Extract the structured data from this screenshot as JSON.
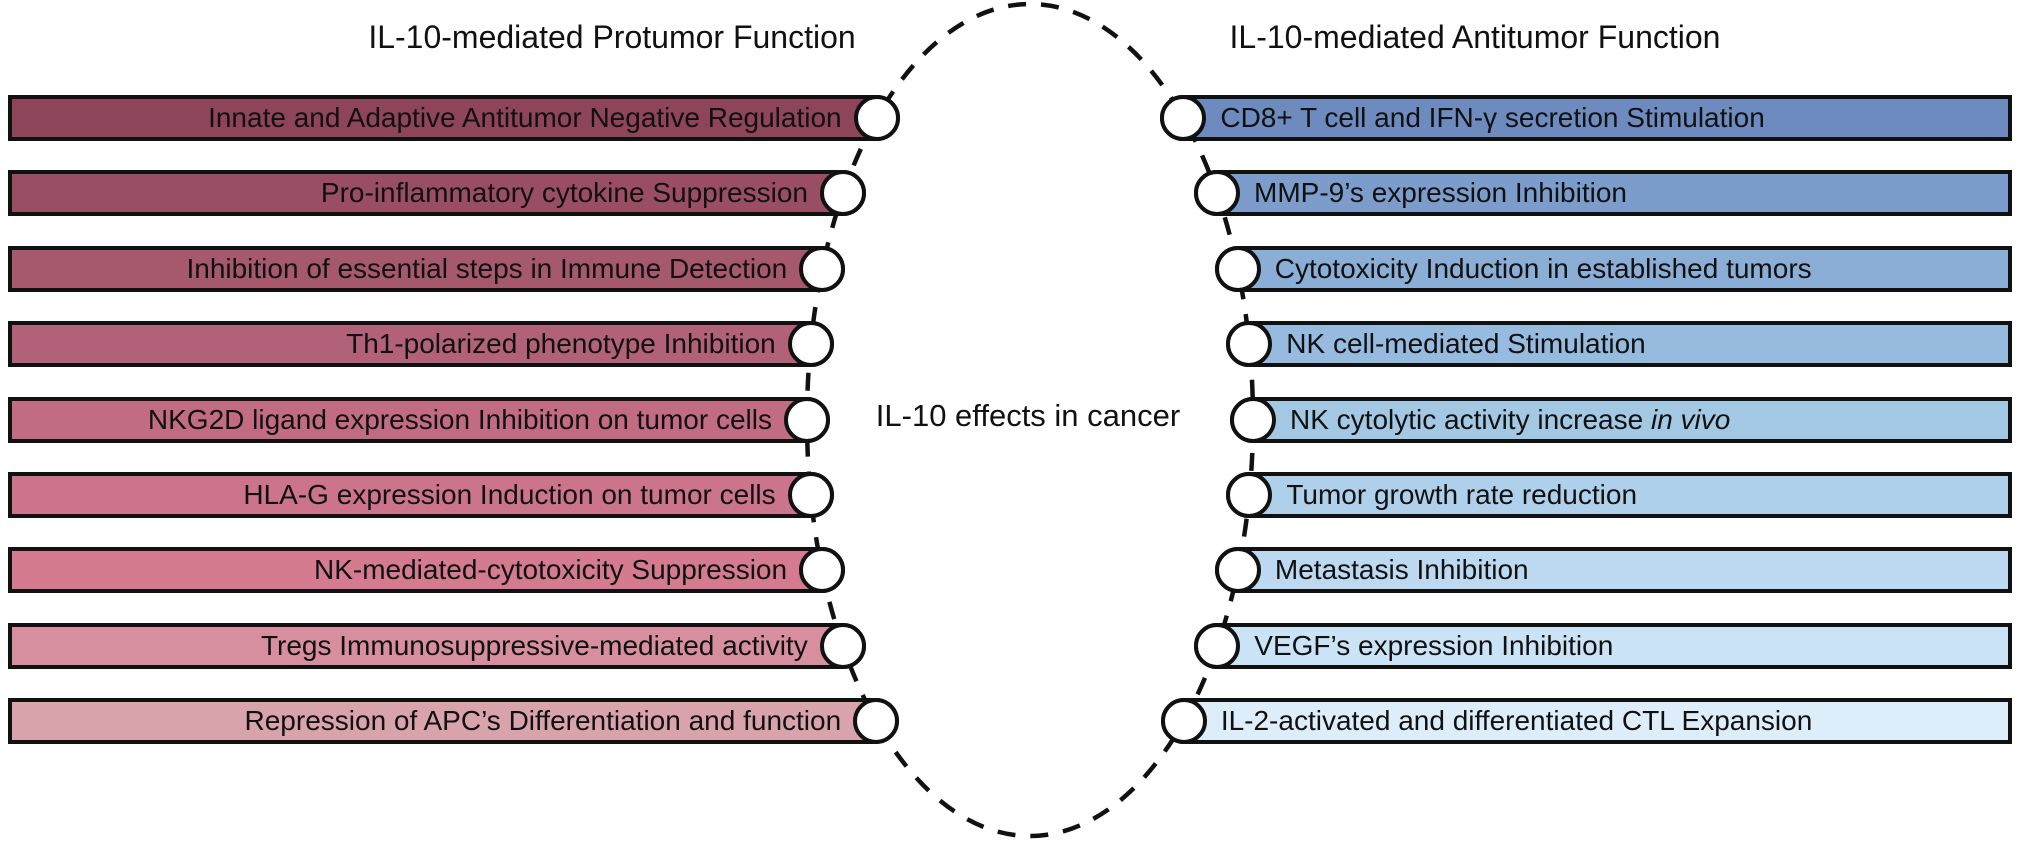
{
  "diagram": {
    "center_label": "IL-10 effects in cancer",
    "stroke_color": "#111111",
    "background_color": "#ffffff",
    "left": {
      "title": "IL-10-mediated Protumor Function",
      "bars": [
        {
          "label": "Innate and Adaptive Antitumor Negative Regulation",
          "color": "#8E4459"
        },
        {
          "label": "Pro-inflammatory cytokine Suppression",
          "color": "#9A4E63"
        },
        {
          "label": "Inhibition of essential steps in Immune Detection",
          "color": "#A6586D"
        },
        {
          "label": "Th1-polarized phenotype Inhibition",
          "color": "#B26278"
        },
        {
          "label": "NKG2D ligand expression Inhibition on tumor cells",
          "color": "#C26C84"
        },
        {
          "label": "HLA-G expression Induction on tumor cells",
          "color": "#CB748C"
        },
        {
          "label": "NK-mediated-cytotoxicity Suppression",
          "color": "#D47B90"
        },
        {
          "label": "Tregs Immunosuppressive-mediated activity",
          "color": "#D78F9F"
        },
        {
          "label": "Repression of APC’s Differentiation and function",
          "color": "#D9A3AB"
        }
      ]
    },
    "right": {
      "title": "IL-10-mediated Antitumor Function",
      "bars": [
        {
          "label": "CD8+ T cell and IFN-γ secretion Stimulation",
          "color": "#6E8BBF"
        },
        {
          "label": "MMP-9’s expression Inhibition",
          "color": "#7C9CCB"
        },
        {
          "label": "Cytotoxicity Induction in established tumors",
          "color": "#8BAED6"
        },
        {
          "label": "NK cell-mediated Stimulation",
          "color": "#97BADF"
        },
        {
          "label": "NK cytolytic activity increase ",
          "italic": "in vivo",
          "color": "#A3C8E4"
        },
        {
          "label": "Tumor growth rate reduction",
          "color": "#AED0EB"
        },
        {
          "label": "Metastasis Inhibition",
          "color": "#BCD9F1"
        },
        {
          "label": "VEGF’s expression Inhibition",
          "color": "#CBE3F6"
        },
        {
          "label": "IL-2-activated and differentiated CTL Expansion",
          "color": "#DDEEFA"
        }
      ]
    }
  }
}
